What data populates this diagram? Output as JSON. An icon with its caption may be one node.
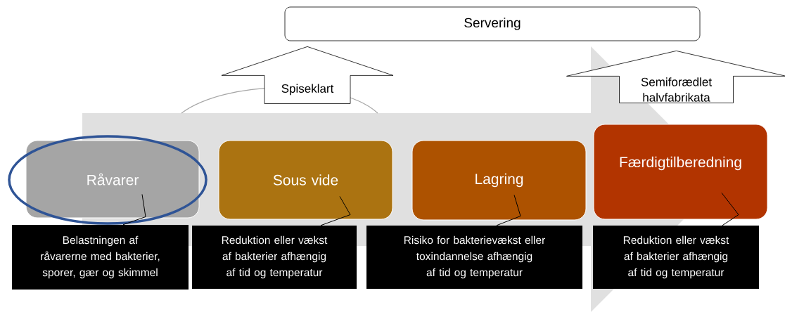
{
  "diagram": {
    "nodes": [
      {
        "text": [
          "Servering"
        ]
      },
      {
        "text": [
          "Råvarer"
        ]
      },
      {
        "text": [
          "Sous vide"
        ]
      },
      {
        "text": [
          "Lagring"
        ]
      },
      {
        "text": [
          "Færdigtilberedning"
        ]
      },
      {
        "text": [
          "Belastningen af råvarerne med bakterier, sporer, gær og skimmel"
        ]
      },
      {
        "text": [
          "Reduktion eller vækst af bakterier afhængig af tid og temperatur"
        ]
      },
      {
        "text": [
          "Risiko for bakterievækst eller toxindannelse afhængig af tid og temperatur"
        ]
      },
      {
        "text": [
          "Reduktion eller vækst af bakterier afhængig af tid og temperatur"
        ]
      }
    ],
    "edges": [
      {
        "from": 1,
        "to": 4,
        "arrow": "to"
      },
      {
        "from": 2,
        "to": 0,
        "arrow": "to",
        "label": "Spiseklart"
      },
      {
        "from": 4,
        "to": 0,
        "arrow": "to",
        "label": "Semiforædlet halvfabrikata"
      },
      {
        "from": 5,
        "to": 1,
        "arrow": "none"
      },
      {
        "from": 6,
        "to": 2,
        "arrow": "none"
      },
      {
        "from": 7,
        "to": 3,
        "arrow": "none"
      },
      {
        "from": 8,
        "to": 4,
        "arrow": "none"
      }
    ]
  }
}
